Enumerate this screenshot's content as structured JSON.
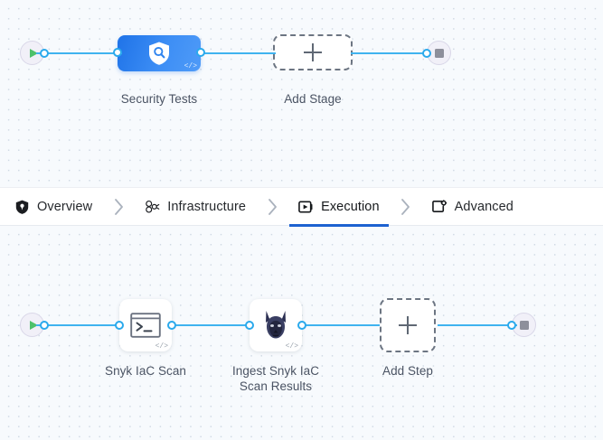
{
  "theme": {
    "canvas_bg": "#f7fafd",
    "grid_dot": "#cfd9e4",
    "connector": "#3fb3ef",
    "port_ring": "#2aa9ec",
    "stage_blue": "#1f73e8",
    "active_tab_underline": "#1d62d0",
    "label_text": "#4a5363",
    "dashed_border": "#6c7582",
    "start_green": "#4ec16a",
    "stop_gray": "#8d8f9b"
  },
  "tabs": [
    {
      "label": "Overview",
      "icon": "shield-icon",
      "active": false
    },
    {
      "label": "Infrastructure",
      "icon": "infrastructure-icon",
      "active": false
    },
    {
      "label": "Execution",
      "icon": "execution-icon",
      "active": true
    },
    {
      "label": "Advanced",
      "icon": "advanced-gear-icon",
      "active": false
    }
  ],
  "tab_separator_icon": "chevron-right-icon",
  "stage_graph": {
    "start_node": {
      "icon": "play-icon"
    },
    "end_node": {
      "icon": "stop-icon"
    },
    "nodes": [
      {
        "label": "Security Tests",
        "icon": "shield-search-icon",
        "badge": "</>",
        "type": "stage"
      },
      {
        "label": "Add Stage",
        "icon": "plus-icon",
        "type": "add"
      }
    ]
  },
  "step_graph": {
    "start_node": {
      "icon": "play-icon"
    },
    "end_node": {
      "icon": "stop-icon"
    },
    "nodes": [
      {
        "label": "Snyk IaC Scan",
        "icon": "terminal-icon",
        "badge": "</>",
        "type": "step"
      },
      {
        "label": "Ingest Snyk IaC\nScan Results",
        "icon": "snyk-doberman-icon",
        "badge": "</>",
        "type": "step"
      },
      {
        "label": "Add Step",
        "icon": "plus-icon",
        "type": "add"
      }
    ]
  }
}
